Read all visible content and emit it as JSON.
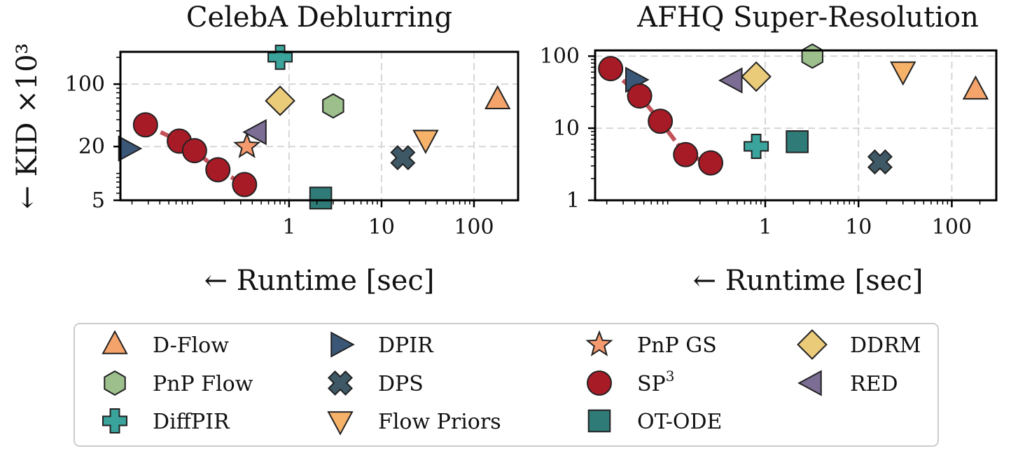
{
  "y_axis_label": "← KID ×10³",
  "legend": [
    {
      "label": "D-Flow",
      "marker": "triangle-up",
      "color": "#f4a46b"
    },
    {
      "label": "PnP Flow",
      "marker": "hexagon",
      "color": "#9cbf8c"
    },
    {
      "label": "DiffPIR",
      "marker": "plus",
      "color": "#3aa39b"
    },
    {
      "label": "DPIR",
      "marker": "triangle-right",
      "color": "#3b5778"
    },
    {
      "label": "DPS",
      "marker": "x",
      "color": "#3e5865"
    },
    {
      "label": "Flow Priors",
      "marker": "triangle-down",
      "color": "#f7b26a"
    },
    {
      "label": "PnP GS",
      "marker": "star",
      "color": "#f49a6e"
    },
    {
      "label": "SP",
      "label_sup": "3",
      "marker": "circle",
      "color": "#a71b26"
    },
    {
      "label": "OT-ODE",
      "marker": "square",
      "color": "#2f7b78"
    },
    {
      "label": "DDRM",
      "marker": "diamond",
      "color": "#eacb7a"
    },
    {
      "label": "RED",
      "marker": "triangle-left",
      "color": "#7c6d94"
    }
  ],
  "chart_data": [
    {
      "type": "scatter",
      "title": "CelebA Deblurring",
      "xlabel": "← Runtime [sec]",
      "ylabel": "← KID ×10³",
      "xscale": "log",
      "yscale": "log",
      "xlim": [
        0.015,
        300
      ],
      "ylim": [
        5,
        230
      ],
      "xticks": [
        {
          "v": 1,
          "label": "1"
        },
        {
          "v": 10,
          "label": "10"
        },
        {
          "v": 100,
          "label": "100"
        }
      ],
      "yticks": [
        {
          "v": 5,
          "label": "5"
        },
        {
          "v": 20,
          "label": "20"
        },
        {
          "v": 100,
          "label": "100"
        }
      ],
      "grid": true,
      "points": [
        {
          "method": "DPIR",
          "x": 0.018,
          "y": 19
        },
        {
          "method": "DiffPIR",
          "x": 0.8,
          "y": 200
        },
        {
          "method": "DDRM",
          "x": 0.8,
          "y": 65
        },
        {
          "method": "PnP Flow",
          "x": 3.0,
          "y": 57
        },
        {
          "method": "D-Flow",
          "x": 180,
          "y": 67
        },
        {
          "method": "RED",
          "x": 0.45,
          "y": 29
        },
        {
          "method": "PnP GS",
          "x": 0.35,
          "y": 20
        },
        {
          "method": "Flow Priors",
          "x": 30,
          "y": 24
        },
        {
          "method": "DPS",
          "x": 17,
          "y": 15
        },
        {
          "method": "OT-ODE",
          "x": 2.2,
          "y": 5.3
        }
      ],
      "sp3_curve": [
        {
          "x": 0.028,
          "y": 35
        },
        {
          "x": 0.065,
          "y": 23
        },
        {
          "x": 0.095,
          "y": 18
        },
        {
          "x": 0.17,
          "y": 11
        },
        {
          "x": 0.33,
          "y": 7.5
        }
      ]
    },
    {
      "type": "scatter",
      "title": "AFHQ Super-Resolution",
      "xlabel": "← Runtime [sec]",
      "xscale": "log",
      "yscale": "log",
      "xlim": [
        0.015,
        300
      ],
      "ylim": [
        1,
        120
      ],
      "xticks": [
        {
          "v": 1,
          "label": "1"
        },
        {
          "v": 10,
          "label": "10"
        },
        {
          "v": 100,
          "label": "100"
        }
      ],
      "yticks": [
        {
          "v": 1,
          "label": "1"
        },
        {
          "v": 10,
          "label": "10"
        },
        {
          "v": 100,
          "label": "100"
        }
      ],
      "grid": true,
      "points": [
        {
          "method": "DPIR",
          "x": 0.04,
          "y": 47
        },
        {
          "method": "PnP Flow",
          "x": 3.2,
          "y": 100
        },
        {
          "method": "DDRM",
          "x": 0.8,
          "y": 52
        },
        {
          "method": "RED",
          "x": 0.45,
          "y": 46
        },
        {
          "method": "Flow Priors",
          "x": 30,
          "y": 62
        },
        {
          "method": "D-Flow",
          "x": 180,
          "y": 34
        },
        {
          "method": "DiffPIR",
          "x": 0.8,
          "y": 5.6
        },
        {
          "method": "OT-ODE",
          "x": 2.2,
          "y": 6.5
        },
        {
          "method": "DPS",
          "x": 17,
          "y": 3.4
        }
      ],
      "sp3_curve": [
        {
          "x": 0.022,
          "y": 67
        },
        {
          "x": 0.045,
          "y": 28
        },
        {
          "x": 0.075,
          "y": 12.5
        },
        {
          "x": 0.14,
          "y": 4.3
        },
        {
          "x": 0.26,
          "y": 3.3
        }
      ]
    }
  ]
}
